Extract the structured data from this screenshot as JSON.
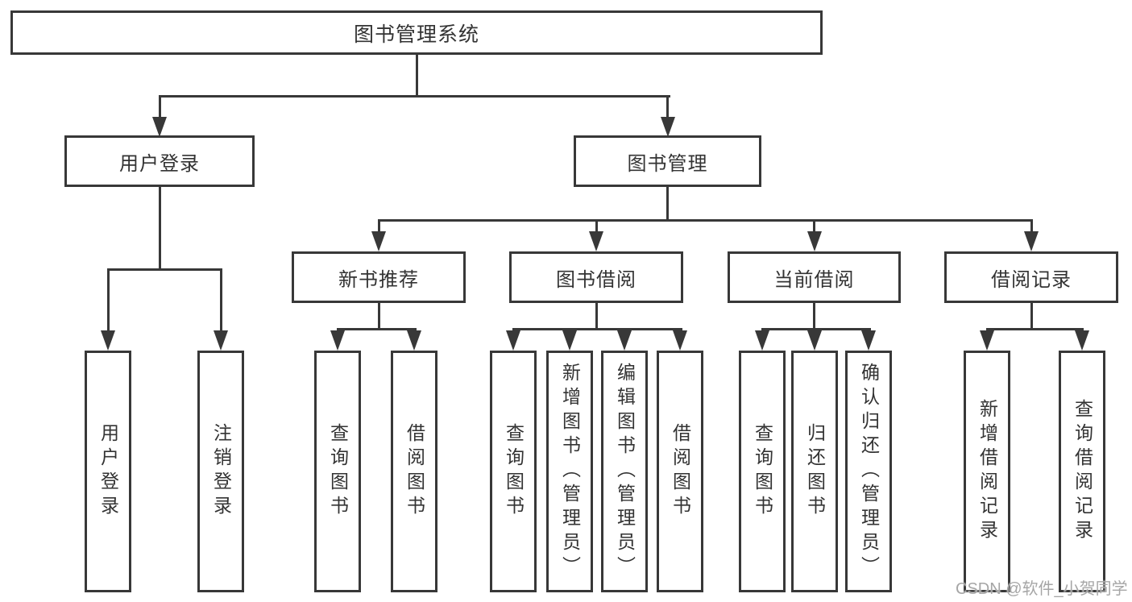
{
  "tree": {
    "root": "图书管理系统",
    "user_login": {
      "label": "用户登录",
      "children": [
        "用户登录",
        "注销登录"
      ]
    },
    "book_management": {
      "label": "图书管理",
      "sections": {
        "new_books": {
          "label": "新书推荐",
          "children": [
            "查询图书",
            "借阅图书"
          ]
        },
        "book_borrowing": {
          "label": "图书借阅",
          "children": [
            "查询图书",
            "新增图书（管理员）",
            "编辑图书（管理员）",
            "借阅图书"
          ]
        },
        "current_borrowing": {
          "label": "当前借阅",
          "children": [
            "查询图书",
            "归还图书",
            "确认归还（管理员）"
          ]
        },
        "borrowing_records": {
          "label": "借阅记录",
          "children": [
            "新增借阅记录",
            "查询借阅记录"
          ]
        }
      }
    }
  },
  "watermark": "CSDN @软件_小贺同学",
  "colors": {
    "line": "#383838",
    "text": "#333333",
    "watermark": "#a6a6a6"
  }
}
